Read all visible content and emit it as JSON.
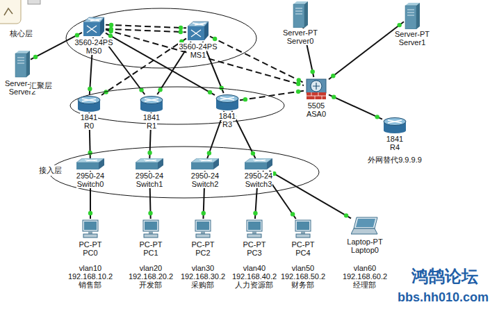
{
  "diagram": {
    "nodes": [
      {
        "text": [
          "核心层"
        ]
      },
      {
        "text": [
          "3560-24PS",
          "MS0"
        ],
        "in": 0
      },
      {
        "text": [
          "3560-24PS",
          "MS1"
        ],
        "in": 0
      },
      {
        "text": [
          "Server-PT",
          "Server2"
        ]
      },
      {
        "text": [
          "Server-PT",
          "Server0"
        ]
      },
      {
        "text": [
          "Server-PT",
          "Server1"
        ]
      },
      {
        "text": [
          "汇聚层"
        ]
      },
      {
        "text": [
          "1841",
          "R0"
        ],
        "in": 6
      },
      {
        "text": [
          "1841",
          "R1"
        ],
        "in": 6
      },
      {
        "text": [
          "1841",
          "R3"
        ],
        "in": 6
      },
      {
        "text": [
          "5505",
          "ASA0"
        ]
      },
      {
        "text": [
          "1841",
          "R4",
          "外网替代9.9.9.9"
        ]
      },
      {
        "text": [
          "接入层"
        ]
      },
      {
        "text": [
          "2950-24",
          "Switch0"
        ],
        "in": 12
      },
      {
        "text": [
          "2950-24",
          "Switch1"
        ],
        "in": 12
      },
      {
        "text": [
          "2950-24",
          "Switch2"
        ],
        "in": 12
      },
      {
        "text": [
          "2950-24",
          "Switch3"
        ],
        "in": 12
      },
      {
        "text": [
          "PC-PT",
          "PC0",
          "vlan10",
          "192.168.10.2",
          "销售部"
        ]
      },
      {
        "text": [
          "PC-PT",
          "PC1",
          "vlan20",
          "192.168.20.2",
          "开发部"
        ]
      },
      {
        "text": [
          "PC-PT",
          "PC2",
          "vlan30",
          "192.168.30.2",
          "采购部"
        ]
      },
      {
        "text": [
          "PC-PT",
          "PC3",
          "vlan40",
          "192.168.40.2",
          "人力资源部"
        ]
      },
      {
        "text": [
          "PC-PT",
          "PC4",
          "vlan50",
          "192.168.50.2",
          "财务部"
        ]
      },
      {
        "text": [
          "Laptop-PT",
          "Laptop0",
          "vlan60",
          "192.168.60.2",
          "经理部"
        ]
      }
    ],
    "edges": [
      {
        "from": 1,
        "to": 2,
        "arrow": "none"
      },
      {
        "from": 1,
        "to": 2,
        "arrow": "none"
      },
      {
        "from": 1,
        "to": 3,
        "arrow": "none"
      },
      {
        "from": 1,
        "to": 7,
        "arrow": "none"
      },
      {
        "from": 1,
        "to": 8,
        "arrow": "none"
      },
      {
        "from": 1,
        "to": 9,
        "arrow": "none"
      },
      {
        "from": 1,
        "to": 10,
        "arrow": "none"
      },
      {
        "from": 2,
        "to": 7,
        "arrow": "none"
      },
      {
        "from": 2,
        "to": 8,
        "arrow": "none"
      },
      {
        "from": 2,
        "to": 9,
        "arrow": "none"
      },
      {
        "from": 2,
        "to": 10,
        "arrow": "none"
      },
      {
        "from": 9,
        "to": 10,
        "arrow": "none"
      },
      {
        "from": 10,
        "to": 4,
        "arrow": "none"
      },
      {
        "from": 10,
        "to": 5,
        "arrow": "none"
      },
      {
        "from": 10,
        "to": 11,
        "arrow": "none"
      },
      {
        "from": 7,
        "to": 13,
        "arrow": "none"
      },
      {
        "from": 8,
        "to": 14,
        "arrow": "none"
      },
      {
        "from": 9,
        "to": 15,
        "arrow": "none"
      },
      {
        "from": 9,
        "to": 16,
        "arrow": "none"
      },
      {
        "from": 13,
        "to": 17,
        "arrow": "none"
      },
      {
        "from": 14,
        "to": 18,
        "arrow": "none"
      },
      {
        "from": 15,
        "to": 19,
        "arrow": "none"
      },
      {
        "from": 16,
        "to": 20,
        "arrow": "none"
      },
      {
        "from": 16,
        "to": 21,
        "arrow": "none"
      },
      {
        "from": 16,
        "to": 22,
        "arrow": "none"
      }
    ],
    "labels": [
      "鸿鹄论坛",
      "bbs.hh010.com"
    ]
  }
}
